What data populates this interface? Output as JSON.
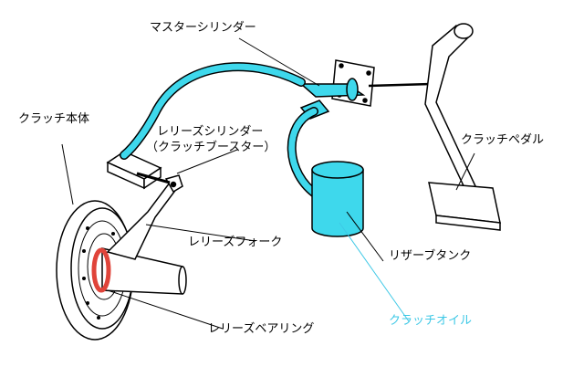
{
  "labels": {
    "master_cylinder": "マスターシリンダー",
    "clutch_body": "クラッチ本体",
    "release_cylinder": "レリーズシリンダー",
    "clutch_booster": "（クラッチブースター）",
    "clutch_pedal": "クラッチペダル",
    "release_fork": "レリーズフォーク",
    "reservoir_tank": "リザーブタンク",
    "clutch_oil": "クラッチオイル",
    "release_bearing": "レリーズベアリング"
  },
  "colors": {
    "fluid": "#3ed8ec",
    "fluid_label": "#3ec8e6",
    "bearing": "#e0443a",
    "outline": "#000000"
  }
}
